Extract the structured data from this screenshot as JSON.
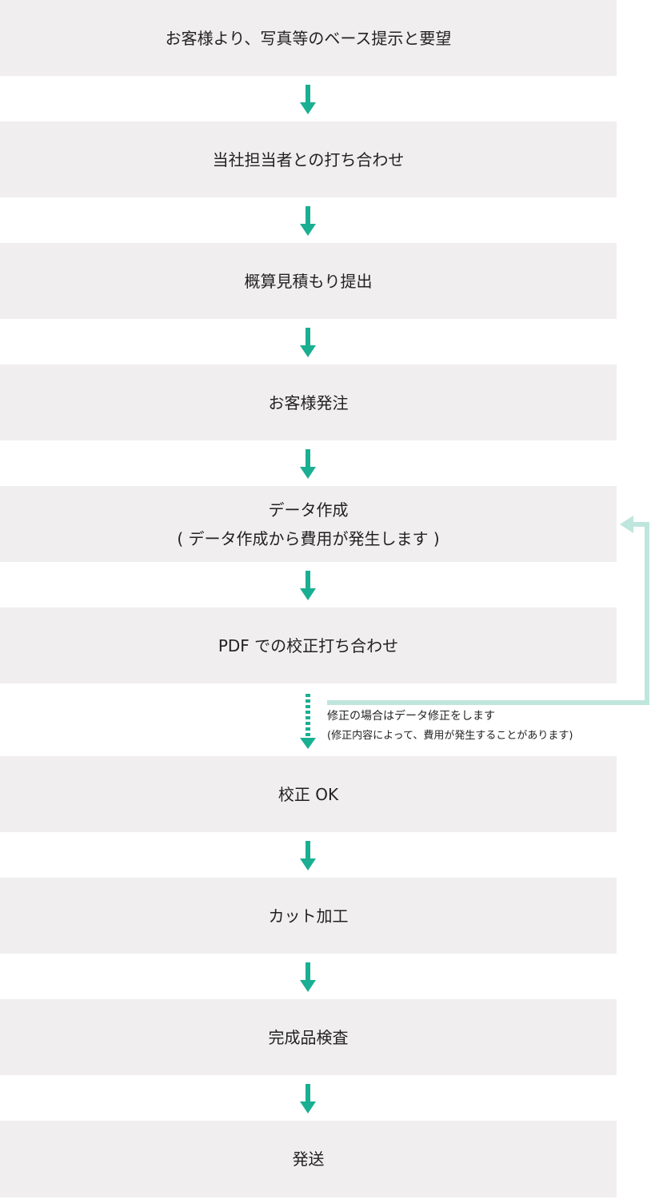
{
  "steps": [
    {
      "label": "お客様より、写真等のベース提示と要望"
    },
    {
      "label": "当社担当者との打ち合わせ"
    },
    {
      "label": "概算見積もり提出"
    },
    {
      "label": "お客様発注"
    },
    {
      "label": "データ作成",
      "sublabel": "( データ作成から費用が発生します )"
    },
    {
      "label": "PDF での校正打ち合わせ"
    },
    {
      "label": "校正 OK"
    },
    {
      "label": "カット加工"
    },
    {
      "label": "完成品検査"
    },
    {
      "label": "発送"
    }
  ],
  "revision_note": {
    "line1": "修正の場合はデータ修正をします",
    "line2": "(修正内容によって、費用が発生することがあります)"
  },
  "colors": {
    "box_background": "#f0eeef",
    "arrow": "#1aaf92",
    "loop_line": "#bfe6dc"
  }
}
